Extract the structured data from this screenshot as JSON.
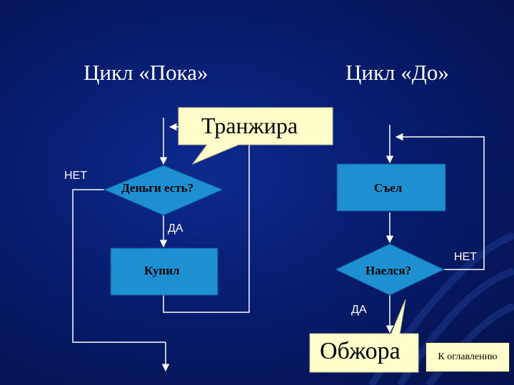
{
  "titles": {
    "while_loop": "Цикл «Пока»",
    "do_loop": "Цикл «До»"
  },
  "while_loop": {
    "condition": "Деньги есть?",
    "action": "Купил",
    "no_label": "НЕТ",
    "yes_label": "ДА",
    "callout": "Транжира"
  },
  "do_loop": {
    "action": "Съел",
    "condition": "Наелся?",
    "no_label": "НЕТ",
    "yes_label": "ДА",
    "callout": "Обжора"
  },
  "nav": {
    "toc_link": "К оглавлению"
  },
  "colors": {
    "background": "#071c6e",
    "shape_fill": "#1e8fd0",
    "callout_fill": "#ffffcc",
    "line": "#ffffff"
  }
}
